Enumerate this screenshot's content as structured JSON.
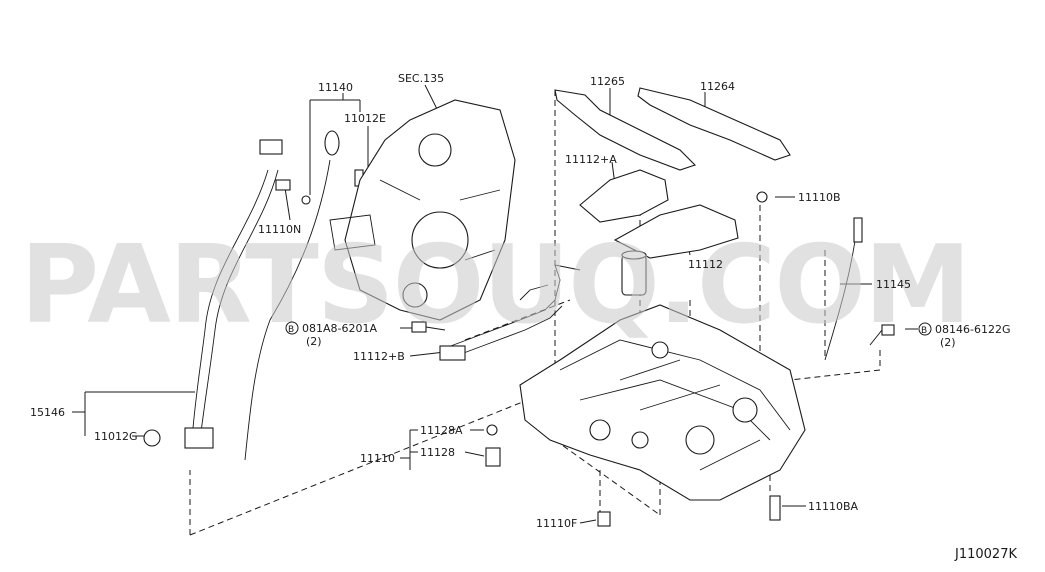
{
  "watermark": "PARTSOUQ.COM",
  "diagram_code": "J110027K",
  "callouts": {
    "sec135": "SEC.135",
    "p11140": "11140",
    "p11012E": "11012E",
    "p11110N": "11110N",
    "p11265": "11265",
    "p11264": "11264",
    "p11112A": "11112+A",
    "p11110B": "11110B",
    "p11112": "11112",
    "p11145": "11145",
    "bolt1_code": "081A8-6201A",
    "bolt1_qty": "(2)",
    "bolt2_code": "08146-6122G",
    "bolt2_qty": "(2)",
    "bolt_marker": "B",
    "p11112B": "11112+B",
    "p15146": "15146",
    "p11012G": "11012G",
    "p11128A": "11128A",
    "p11128": "11128",
    "p11110": "11110",
    "p11110F": "11110F",
    "p11110BA": "11110BA"
  }
}
